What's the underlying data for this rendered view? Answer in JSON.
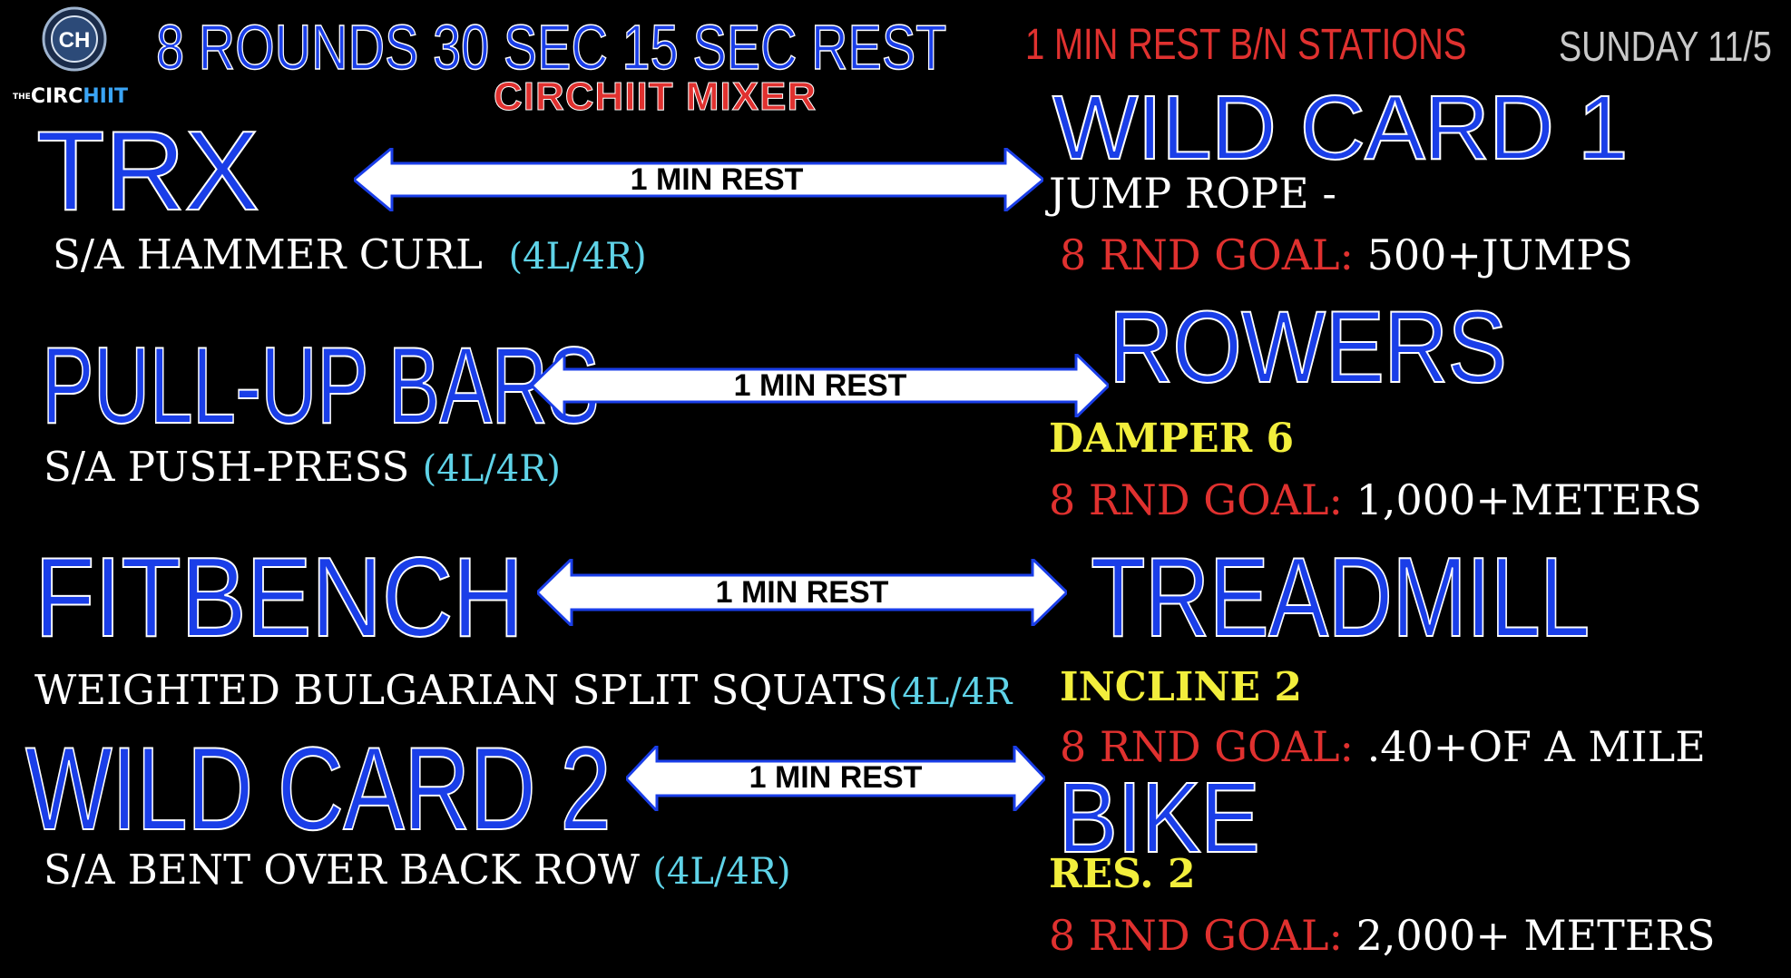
{
  "header": {
    "title": "8 ROUNDS 30 SEC 15 SEC REST",
    "subtitle": "CIRCHIIT MIXER",
    "station_rest": "1 MIN REST B/N STATIONS",
    "date": "SUNDAY 11/5"
  },
  "logo": {
    "monogram": "CH",
    "prefix": "THE",
    "name_a": "CIRC",
    "name_b": "HIIT"
  },
  "left_stations": [
    {
      "name": "TRX",
      "exercise": "S/A HAMMER CURL",
      "reps": "(4L/4R)"
    },
    {
      "name": "PULL-UP BARS",
      "exercise": "S/A PUSH-PRESS",
      "reps": "(4L/4R)"
    },
    {
      "name": "FITBENCH",
      "exercise": "WEIGHTED BULGARIAN SPLIT SQUATS",
      "reps": "(4L/4R"
    },
    {
      "name": "WILD CARD 2",
      "exercise": "S/A BENT OVER BACK ROW",
      "reps": "(4L/4R)"
    }
  ],
  "arrows": [
    {
      "label": "1 MIN REST"
    },
    {
      "label": "1 MIN REST"
    },
    {
      "label": "1 MIN REST"
    },
    {
      "label": "1 MIN REST"
    }
  ],
  "right_stations": [
    {
      "name": "WILD CARD 1",
      "setting": "JUMP ROPE -",
      "goal_label": "8 RND GOAL:",
      "goal_value": "500+JUMPS"
    },
    {
      "name": "ROWERS",
      "setting": "DAMPER 6",
      "goal_label": "8 RND GOAL:",
      "goal_value": "1,000+METERS"
    },
    {
      "name": "TREADMILL",
      "setting": "INCLINE 2",
      "goal_label": "8 RND GOAL:",
      "goal_value": ".40+OF A MILE"
    },
    {
      "name": "BIKE",
      "setting": "RES. 2",
      "goal_label": "8 RND GOAL:",
      "goal_value": "2,000+ METERS"
    }
  ],
  "colors": {
    "station_blue": "#1a3ee8",
    "goal_red": "#e0312f",
    "reps_cyan": "#5fd3e8",
    "setting_yellow": "#f2ee3c",
    "background": "#000000"
  }
}
